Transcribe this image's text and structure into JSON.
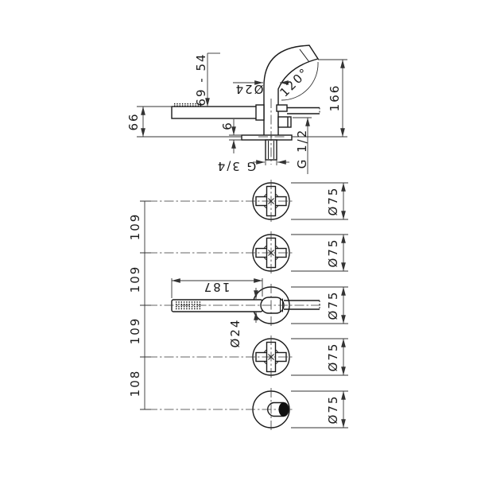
{
  "colors": {
    "line": "#1b1b1b",
    "background": "#ffffff"
  },
  "side_view": {
    "spout_height_range": "69 - 54",
    "handshower_projection": "66",
    "spout_diameter": "Ø24",
    "spout_angle": "120°",
    "total_projection": "166",
    "plate_thickness": "6",
    "outlet_thread": "G 1/2",
    "inlet_thread": "G 3/4"
  },
  "front_view": {
    "spacing_1": "109",
    "spacing_2": "109",
    "spacing_3": "109",
    "spacing_4": "108",
    "handshower_length": "187",
    "handshower_diameter": "Ø24",
    "rosette_1": "Ø75",
    "rosette_2": "Ø75",
    "rosette_3": "Ø75",
    "rosette_4": "Ø75",
    "rosette_5": "Ø75"
  }
}
